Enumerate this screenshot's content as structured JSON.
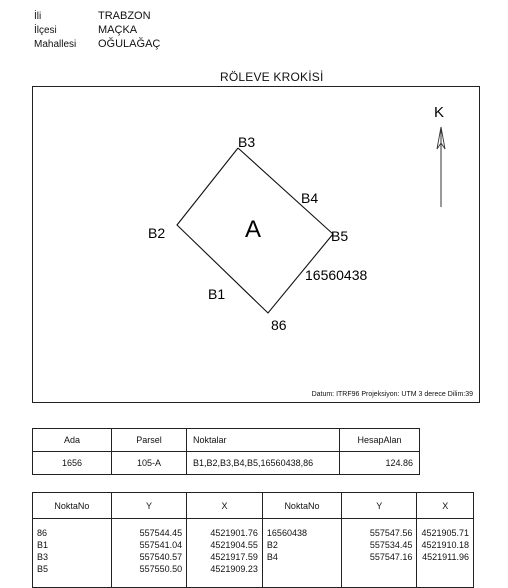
{
  "header": {
    "il_label": "İli",
    "il_value": "TRABZON",
    "ilce_label": "İlçesi",
    "ilce_value": "MAÇKA",
    "mahalle_label": "Mahallesi",
    "mahalle_value": "OĞULAĞAÇ"
  },
  "sheet_title": "RÖLEVE KROKİSİ",
  "sketch": {
    "parcel_label": "A",
    "north_label": "K",
    "points": [
      "B3",
      "B4",
      "B5",
      "B2",
      "B1",
      "16560438",
      "86"
    ],
    "datum": "Datum: ITRF96 Projeksiyon: UTM 3 derece Dilim:39"
  },
  "parcel_table": {
    "headers": [
      "Ada",
      "Parsel",
      "Noktalar",
      "HesapAlan"
    ],
    "row": [
      "1656",
      "105-A",
      "B1,B2,B3,B4,B5,16560438,86",
      "124.86"
    ]
  },
  "coords_table": {
    "headers": [
      "NoktaNo",
      "Y",
      "X",
      "NoktaNo",
      "Y",
      "X"
    ],
    "left": [
      [
        "86",
        "557544.45",
        "4521901.76"
      ],
      [
        "B1",
        "557541.04",
        "4521904.55"
      ],
      [
        "B3",
        "557540.57",
        "4521917.59"
      ],
      [
        "B5",
        "557550.50",
        "4521909.23"
      ]
    ],
    "right": [
      [
        "16560438",
        "557547.56",
        "4521905.71"
      ],
      [
        "B2",
        "557534.45",
        "4521910.18"
      ],
      [
        "B4",
        "557547.16",
        "4521911.96"
      ]
    ]
  }
}
